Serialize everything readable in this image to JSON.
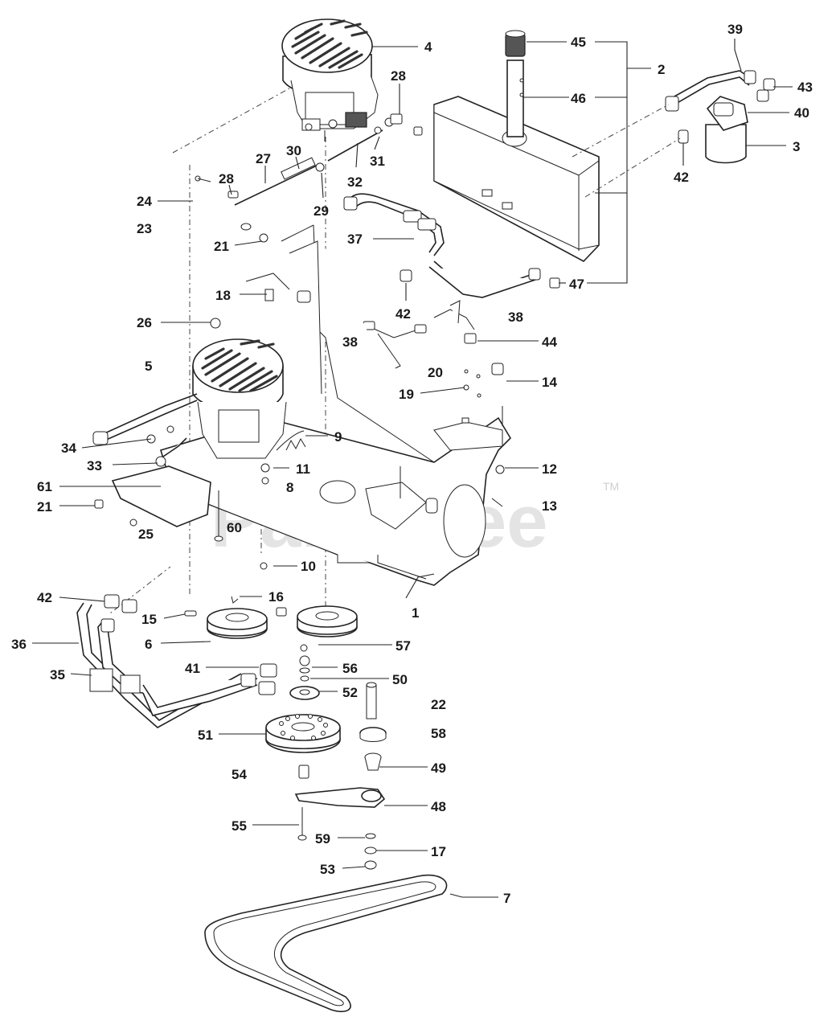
{
  "watermark": {
    "text": "PartsTree",
    "tm": "TM"
  },
  "callouts": {
    "c1": "1",
    "c2": "2",
    "c3": "3",
    "c4": "4",
    "c5": "5",
    "c6": "6",
    "c7": "7",
    "c8": "8",
    "c9": "9",
    "c10": "10",
    "c11": "11",
    "c12": "12",
    "c13": "13",
    "c14": "14",
    "c15": "15",
    "c16": "16",
    "c17": "17",
    "c18": "18",
    "c19": "19",
    "c20": "20",
    "c21a": "21",
    "c21b": "21",
    "c22": "22",
    "c23": "23",
    "c24": "24",
    "c25": "25",
    "c26": "26",
    "c27": "27",
    "c28a": "28",
    "c28b": "28",
    "c29": "29",
    "c30": "30",
    "c31": "31",
    "c32": "32",
    "c33": "33",
    "c34": "34",
    "c35": "35",
    "c36": "36",
    "c37": "37",
    "c38a": "38",
    "c38b": "38",
    "c39": "39",
    "c40": "40",
    "c41": "41",
    "c42a": "42",
    "c42b": "42",
    "c42c": "42",
    "c43": "43",
    "c44": "44",
    "c45": "45",
    "c46": "46",
    "c47": "47",
    "c48": "48",
    "c49": "49",
    "c50": "50",
    "c51": "51",
    "c52": "52",
    "c53": "53",
    "c54": "54",
    "c55": "55",
    "c56": "56",
    "c57": "57",
    "c58": "58",
    "c59": "59",
    "c60": "60",
    "c61": "61"
  }
}
